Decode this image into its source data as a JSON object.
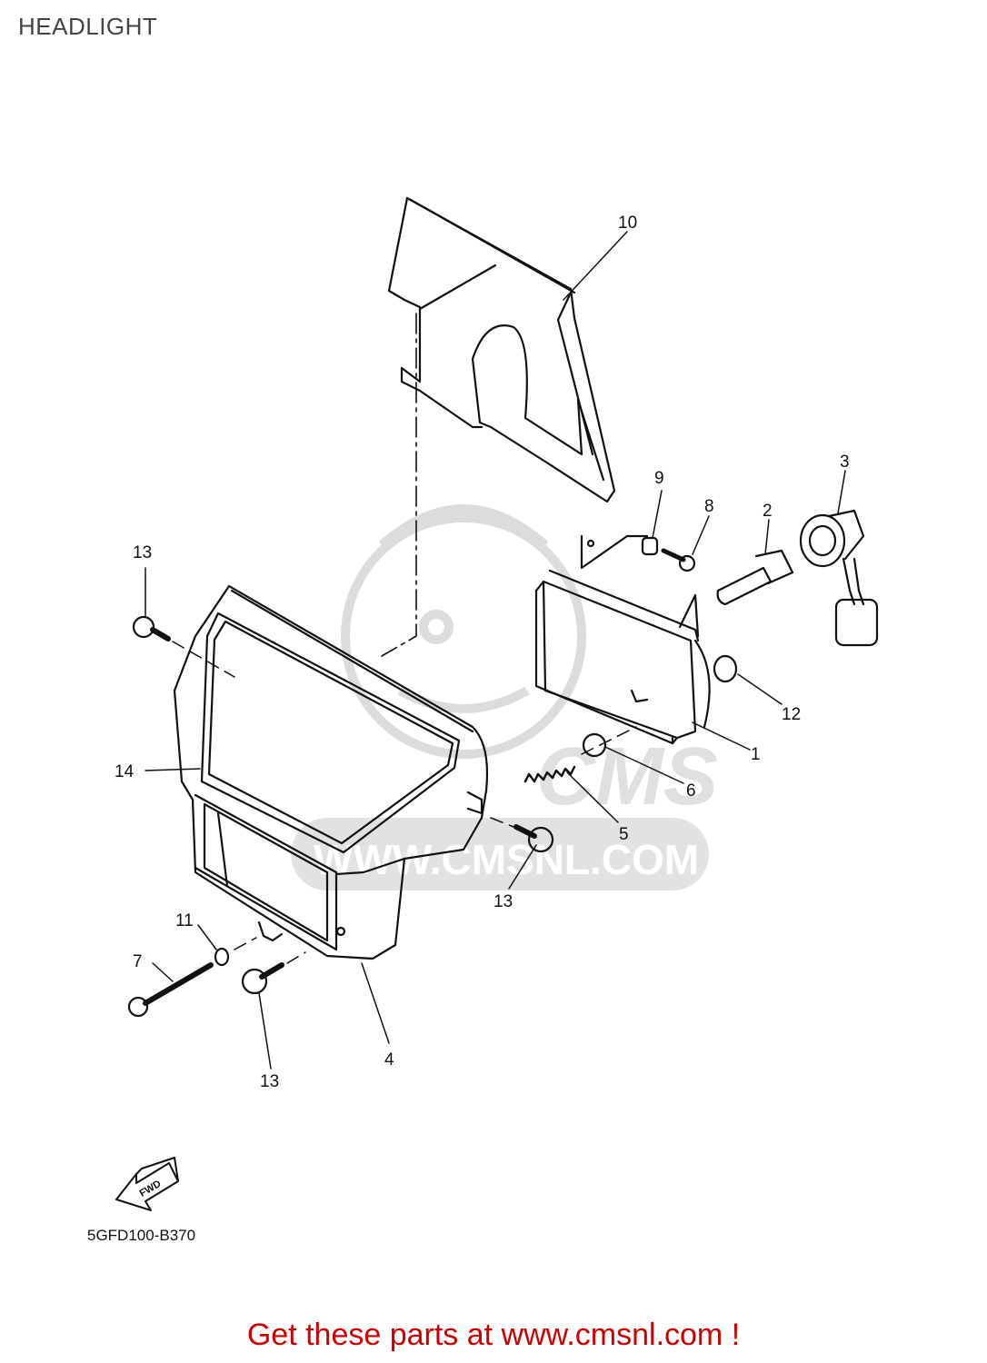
{
  "header": {
    "title": "HEADLIGHT"
  },
  "diagram": {
    "part_code": "5GFD100-B370",
    "fwd_label": "FWD",
    "watermark_text": "WWW.CMSNL.COM",
    "watermark_logo_text": "CMS",
    "callouts": [
      "1",
      "2",
      "3",
      "4",
      "5",
      "6",
      "7",
      "8",
      "9",
      "10",
      "11",
      "12",
      "13",
      "13",
      "13",
      "14"
    ]
  },
  "footer": {
    "link_text": "Get these parts at www.cmsnl.com !"
  },
  "colors": {
    "line": "#111111",
    "watermark": "#d8d8d8",
    "link": "#cc0000",
    "title": "#444444"
  }
}
